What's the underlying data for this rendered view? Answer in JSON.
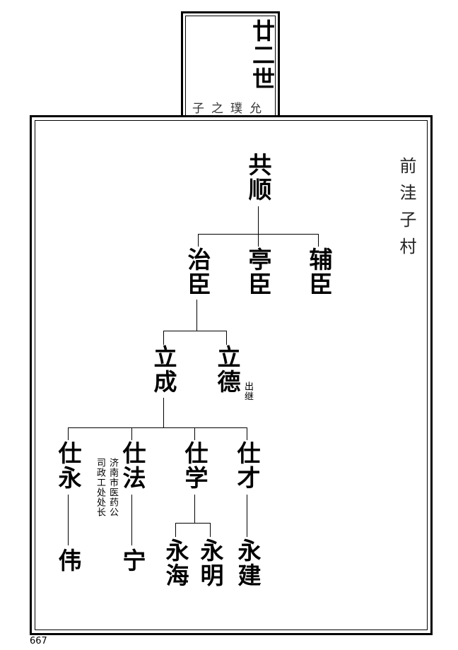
{
  "header": {
    "generation": "廿二世",
    "generation_names": "子之璞允"
  },
  "village": "前洼子村",
  "tree": {
    "root": "共顺",
    "gen2": [
      "治臣",
      "亭臣",
      "辅臣"
    ],
    "gen3": [
      "立成",
      "立德"
    ],
    "gen3_note": "出继",
    "gen4": [
      "仕永",
      "仕法",
      "仕学",
      "仕才"
    ],
    "gen4_note": [
      "济南市医药公",
      "司政工处处长"
    ],
    "gen5": [
      "伟",
      "宁",
      "永海",
      "永明",
      "永建"
    ]
  },
  "page_number": "667"
}
